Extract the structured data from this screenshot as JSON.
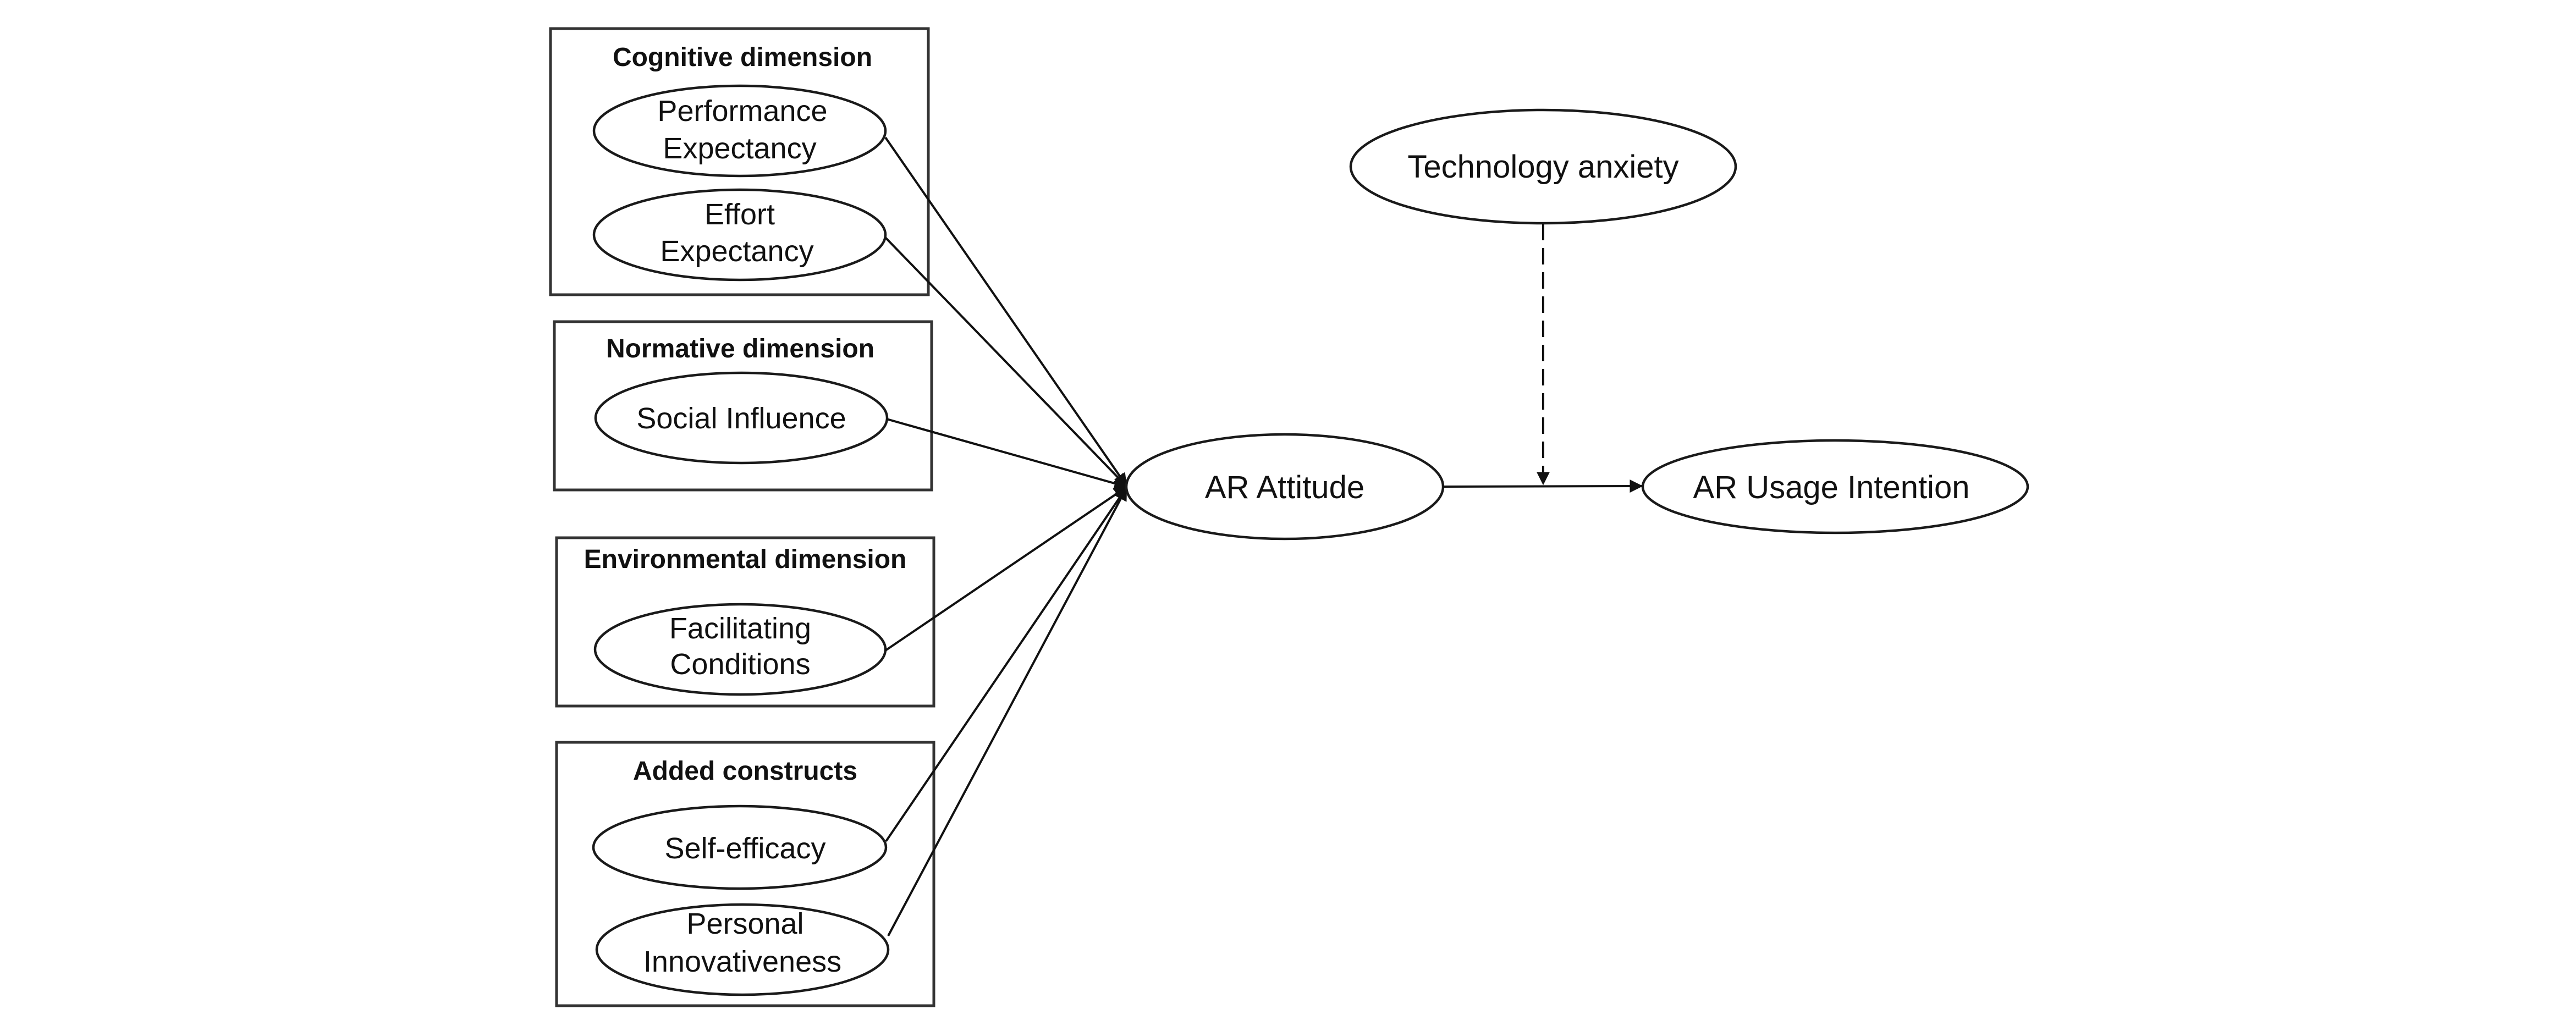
{
  "groups": [
    {
      "title": "Cognitive dimension",
      "constructs": [
        [
          "Performance",
          "Expectancy"
        ],
        [
          "Effort",
          "Expectancy"
        ]
      ]
    },
    {
      "title": "Normative dimension",
      "constructs": [
        [
          "Social Influence"
        ]
      ]
    },
    {
      "title": "Environmental dimension",
      "constructs": [
        [
          "Facilitating",
          "Conditions"
        ]
      ]
    },
    {
      "title": "Added constructs",
      "constructs": [
        [
          "Self-efficacy"
        ],
        [
          "Personal",
          "Innovativeness"
        ]
      ]
    }
  ],
  "attitude": "AR Attitude",
  "moderator": "Technology anxiety",
  "outcome": "AR Usage Intention",
  "edges": [
    {
      "from": "Performance Expectancy",
      "to": "AR Attitude",
      "style": "solid"
    },
    {
      "from": "Effort Expectancy",
      "to": "AR Attitude",
      "style": "solid"
    },
    {
      "from": "Social Influence",
      "to": "AR Attitude",
      "style": "solid"
    },
    {
      "from": "Facilitating Conditions",
      "to": "AR Attitude",
      "style": "solid"
    },
    {
      "from": "Self-efficacy",
      "to": "AR Attitude",
      "style": "solid"
    },
    {
      "from": "Personal Innovativeness",
      "to": "AR Attitude",
      "style": "solid"
    },
    {
      "from": "AR Attitude",
      "to": "AR Usage Intention",
      "style": "solid"
    },
    {
      "from": "Technology anxiety",
      "to": "AR Attitude → AR Usage Intention path",
      "style": "dashed",
      "type": "moderation"
    }
  ]
}
